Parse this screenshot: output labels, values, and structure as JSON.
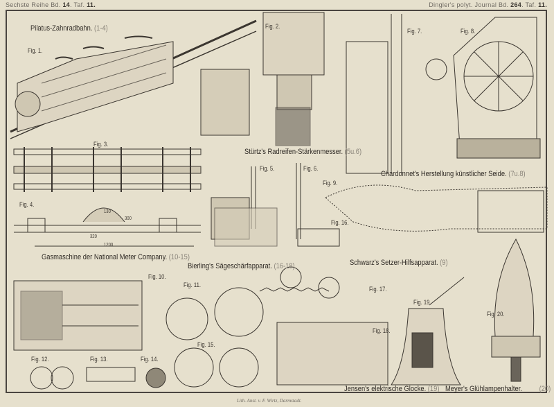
{
  "header": {
    "left_prefix": "Sechste Reihe Bd.",
    "left_volume": "14",
    "left_plate_prefix": "Taf.",
    "left_plate": "11.",
    "right_prefix": "Dingler's polyt. Journal Bd.",
    "right_volume": "264",
    "right_plate_prefix": "Taf.",
    "right_plate": "11."
  },
  "captions": [
    {
      "title": "Pilatus-Zahnradbahn.",
      "figs": "(1-4)"
    },
    {
      "title": "Stürtz's Radreifen-Stärkenmesser.",
      "figs": "(5u.6)"
    },
    {
      "title": "Chardonnet's Herstellung künstlicher Seide.",
      "figs": "(7u.8)"
    },
    {
      "title": "Gasmaschine der National Meter Company.",
      "figs": "(10-15)"
    },
    {
      "title": "Bierling's Sägeschärfapparat.",
      "figs": "(16-18)"
    },
    {
      "title": "Schwarz's Setzer-Hilfsapparat.",
      "figs": "(9)"
    },
    {
      "title": "Jensen's elektrische Glocke.",
      "figs": "(19)"
    },
    {
      "title": "Meyer's Glühlampenhalter.",
      "figs": "(20)"
    }
  ],
  "figures": [
    "Fig. 1.",
    "Fig. 2.",
    "Fig. 3.",
    "Fig. 4.",
    "Fig. 5.",
    "Fig. 6.",
    "Fig. 7.",
    "Fig. 8.",
    "Fig. 9.",
    "Fig. 10.",
    "Fig. 11.",
    "Fig. 12.",
    "Fig. 13.",
    "Fig. 14.",
    "Fig. 15.",
    "Fig. 16.",
    "Fig. 17.",
    "Fig. 18.",
    "Fig. 19.",
    "Fig. 20."
  ],
  "dimensions": [
    "130",
    "300",
    "320",
    "1200"
  ],
  "footer": "Lith. Anst. v. F. Wirtz, Darmstadt."
}
